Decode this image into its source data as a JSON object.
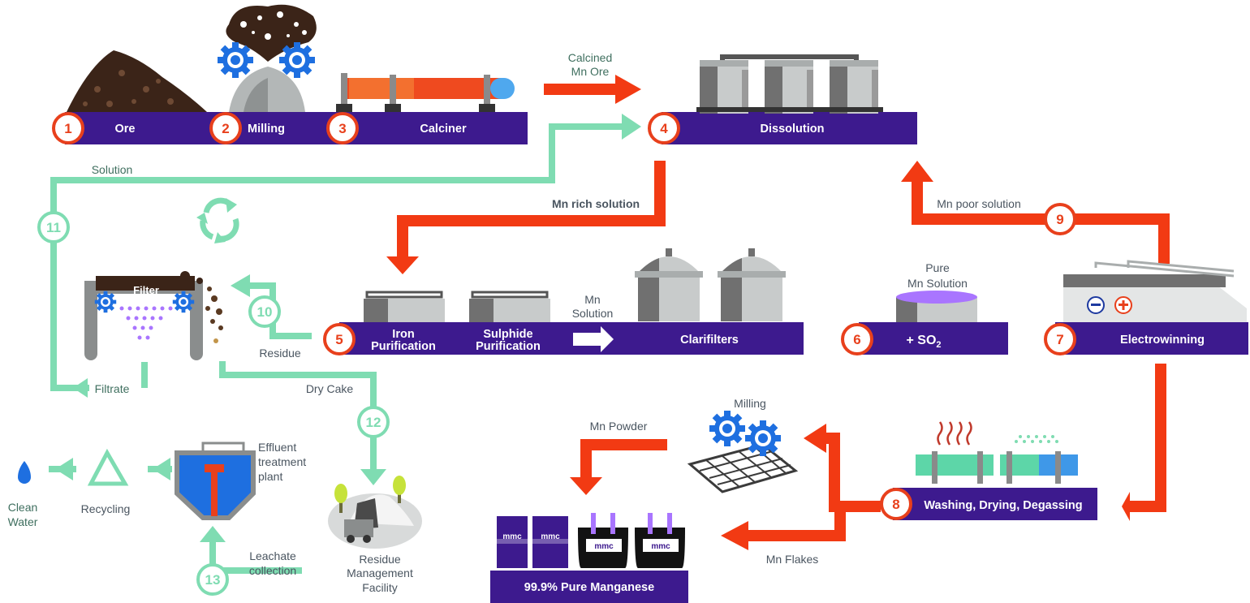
{
  "steps": {
    "s1": {
      "num": "1",
      "label": "Ore"
    },
    "s2": {
      "num": "2",
      "label": "Milling"
    },
    "s3": {
      "num": "3",
      "label": "Calciner"
    },
    "s4": {
      "num": "4",
      "label": "Dissolution"
    },
    "s5": {
      "num": "5",
      "label1a": "Iron",
      "label1b": "Purification",
      "label2a": "Sulphide",
      "label2b": "Purification",
      "label3": "Clarifilters"
    },
    "s6": {
      "num": "6",
      "label": "+ SO",
      "sub": "2"
    },
    "s7": {
      "num": "7",
      "label": "Electrowinning"
    },
    "s8": {
      "num": "8",
      "label": "Washing, Drying, Degassing"
    },
    "s9": {
      "num": "9"
    },
    "s10": {
      "num": "10"
    },
    "s11": {
      "num": "11"
    },
    "s12": {
      "num": "12"
    },
    "s13": {
      "num": "13"
    }
  },
  "labels": {
    "calcined_a": "Calcined",
    "calcined_b": "Mn Ore",
    "solution": "Solution",
    "mn_rich": "Mn rich solution",
    "mn_poor": "Mn poor solution",
    "pure_a": "Pure",
    "pure_b": "Mn Solution",
    "mn_sol_a": "Mn",
    "mn_sol_b": "Solution",
    "filter": "Filter",
    "residue": "Residue",
    "filtrate": "Filtrate",
    "dry_cake": "Dry Cake",
    "milling": "Milling",
    "mn_powder": "Mn Powder",
    "mn_flakes": "Mn Flakes",
    "effluent_a": "Effluent",
    "effluent_b": "treatment",
    "effluent_c": "plant",
    "recycling": "Recycling",
    "clean_a": "Clean",
    "clean_b": "Water",
    "leachate_a": "Leachate",
    "leachate_b": "collection",
    "residue_a": "Residue",
    "residue_b": "Management",
    "residue_c": "Facility",
    "product": "99.9% Pure Manganese",
    "mmc": "mmc"
  },
  "colors": {
    "bar": "#3d1a8e",
    "orange": "#f23a13",
    "green": "#7fdcb2",
    "gray": "#bfc3c3",
    "darkgray": "#6b6b6b",
    "purple": "#a975ff",
    "blue": "#1e6fe0"
  },
  "icons": [
    "ore-pile-icon",
    "gear-icon",
    "tank-icon",
    "recycle-icon",
    "water-drop-icon",
    "barrel-icon",
    "bag-icon",
    "tree-icon",
    "truck-icon"
  ]
}
